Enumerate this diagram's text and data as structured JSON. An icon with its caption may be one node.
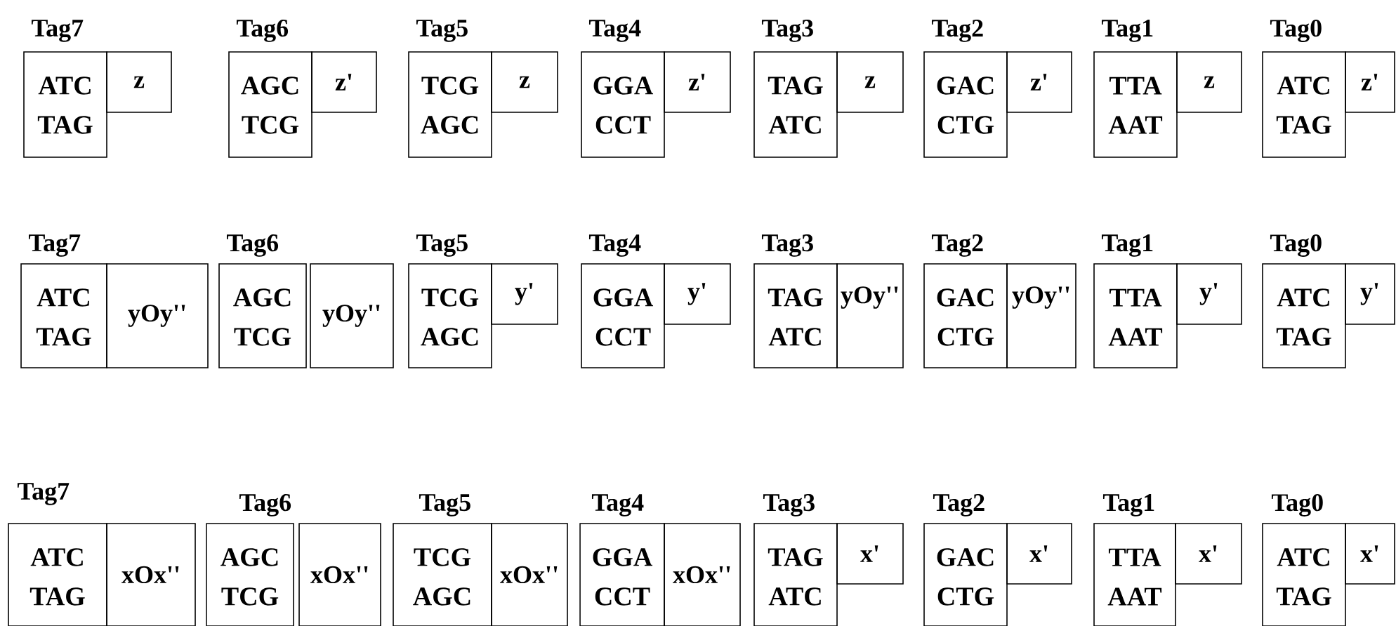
{
  "diagram": {
    "nodes": [
      {
        "text": [
          "Tag7",
          "ATC",
          "TAG"
        ]
      },
      {
        "text": [
          "z"
        ]
      },
      {
        "text": [
          "Tag6",
          "AGC",
          "TCG"
        ]
      },
      {
        "text": [
          "z'"
        ]
      },
      {
        "text": [
          "Tag5",
          "TCG",
          "AGC"
        ]
      },
      {
        "text": [
          "z"
        ]
      },
      {
        "text": [
          "Tag4",
          "GGA",
          "CCT"
        ]
      },
      {
        "text": [
          "z'"
        ]
      },
      {
        "text": [
          "Tag3",
          "TAG",
          "ATC"
        ]
      },
      {
        "text": [
          "z"
        ]
      },
      {
        "text": [
          "Tag2",
          "GAC",
          "CTG"
        ]
      },
      {
        "text": [
          "z'"
        ]
      },
      {
        "text": [
          "Tag1",
          "TTA",
          "AAT"
        ]
      },
      {
        "text": [
          "z"
        ]
      },
      {
        "text": [
          "Tag0",
          "ATC",
          "TAG"
        ]
      },
      {
        "text": [
          "z'"
        ]
      },
      {
        "text": [
          "Tag7",
          "ATC",
          "TAG"
        ]
      },
      {
        "text": [
          "yOy''"
        ]
      },
      {
        "text": [
          "Tag6",
          "AGC",
          "TCG"
        ]
      },
      {
        "text": [
          "yOy''"
        ]
      },
      {
        "text": [
          "Tag5",
          "TCG",
          "AGC"
        ]
      },
      {
        "text": [
          "y'"
        ]
      },
      {
        "text": [
          "Tag4",
          "GGA",
          "CCT"
        ]
      },
      {
        "text": [
          "y'"
        ]
      },
      {
        "text": [
          "Tag3",
          "TAG",
          "ATC"
        ]
      },
      {
        "text": [
          "yOy''"
        ]
      },
      {
        "text": [
          "Tag2",
          "GAC",
          "CTG"
        ]
      },
      {
        "text": [
          "yOy''"
        ]
      },
      {
        "text": [
          "Tag1",
          "TTA",
          "AAT"
        ]
      },
      {
        "text": [
          "y'"
        ]
      },
      {
        "text": [
          "Tag0",
          "ATC",
          "TAG"
        ]
      },
      {
        "text": [
          "y'"
        ]
      },
      {
        "text": [
          "Tag7",
          "ATC",
          "TAG"
        ]
      },
      {
        "text": [
          "xOx''"
        ]
      },
      {
        "text": [
          "Tag6",
          "AGC",
          "TCG"
        ]
      },
      {
        "text": [
          "xOx''"
        ]
      },
      {
        "text": [
          "Tag5",
          "TCG",
          "AGC"
        ]
      },
      {
        "text": [
          "xOx''"
        ]
      },
      {
        "text": [
          "Tag4",
          "GGA",
          "CCT"
        ]
      },
      {
        "text": [
          "xOx''"
        ]
      },
      {
        "text": [
          "Tag3",
          "TAG",
          "ATC"
        ]
      },
      {
        "text": [
          "x'"
        ]
      },
      {
        "text": [
          "Tag2",
          "GAC",
          "CTG"
        ]
      },
      {
        "text": [
          "x'"
        ]
      },
      {
        "text": [
          "Tag1",
          "TTA",
          "AAT"
        ]
      },
      {
        "text": [
          "x'"
        ]
      },
      {
        "text": [
          "Tag0",
          "ATC",
          "TAG"
        ]
      },
      {
        "text": [
          "x'"
        ]
      }
    ]
  }
}
